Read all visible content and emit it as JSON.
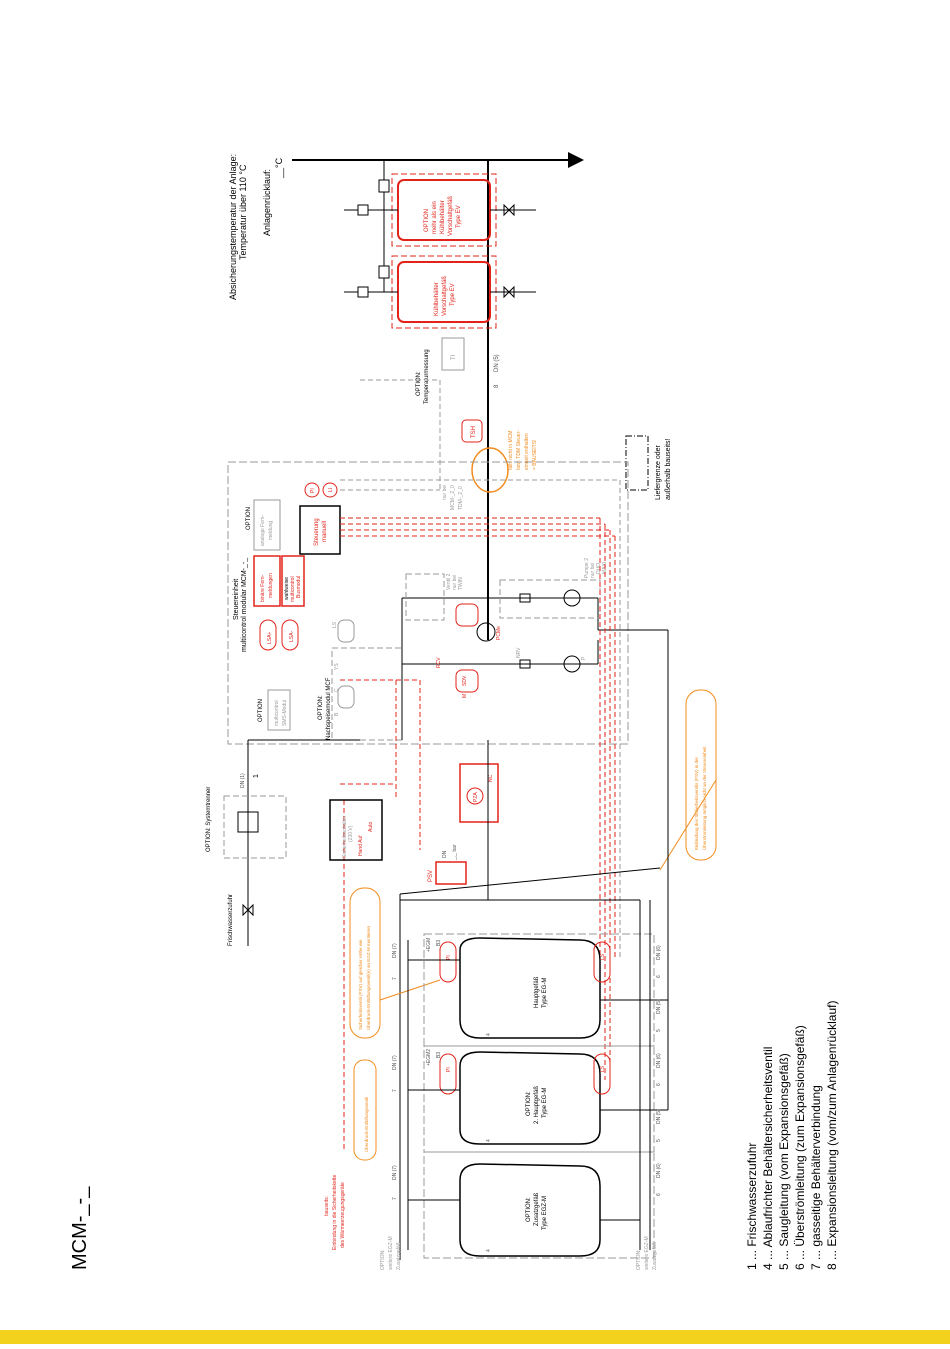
{
  "document_code": "MCM-_-_",
  "legend": [
    "1 ... Frischwasserzufuhr",
    "4 ... Ablaufrichter Behältersicherheitsventil",
    "5 ... Saugleitung (vom Expansionsgefäß)",
    "6 ... Überströmleitung (zum Expansionsgefäß)",
    "7 ... gasseitige Behälterverbindung",
    "8 ... Expansionsleitung (vom/zum Anlagenrücklauf)"
  ],
  "header": {
    "safety_temp_line1": "Absicherungstemperatur der Anlage:",
    "safety_temp_line2": "Temperatur über 110 °C",
    "return_label": "Anlagenrücklauf:",
    "return_value": "__°C"
  },
  "supply": {
    "fresh_water": "Frischwasserzufuhr",
    "separator_title": "OPTION: Systemtrenner",
    "dn": "DN (1)",
    "num": "1"
  },
  "control": {
    "unit_title": "Steuereinheit",
    "unit_sub": "multicontrol modular MCM-_-_",
    "option_remote": "OPTION",
    "remote1": "analoge Fern-",
    "remote2": "meldung",
    "remote_red1": "binäre Fern-",
    "remote_red2": "meldungen",
    "bus1": "wahlweise",
    "bus2": "multicontrol",
    "bus3": "Busmodul",
    "control_box1": "Steuerung",
    "control_box2": "manuell",
    "lsa1": "LSA+",
    "lsa2": "LSA-",
    "pi": "PI",
    "li": "LI",
    "option_sms": "OPTION",
    "sms1": "multicontrol",
    "sms2": "SMS-Modul",
    "ls": "LS",
    "refill_title": "OPTION:",
    "refill_sub": "Nachspeisemodul MCF",
    "b1": "B",
    "c1": "C",
    "ys": "YS"
  },
  "pump_block": {
    "valve2_1": "Ventil 2",
    "valve2_2": "nur bei",
    "valve2_3": "TWIN",
    "pump2_1": "Pumpe 2",
    "pump2_2": "nur bei",
    "pump2_3": "DUO",
    "pump2_4": "MAXI",
    "rcv": "RCV",
    "sdv": "SDV",
    "nrv": "NRV",
    "p": "P",
    "pcme": "PCMe",
    "m": "M",
    "nur_bei_1": "nur bei",
    "nur_bei_2": "MCM-_2_0",
    "nur_bei_3": "TDM-_2_0"
  },
  "temp_option": {
    "title1": "OPTION:",
    "title2": "Temperaturmessung",
    "ti": "TI",
    "tsh": "TSH",
    "dn": "DN (5)",
    "num": "8"
  },
  "vessels_cool": [
    {
      "l1": "Kühlbehälter",
      "l2": "Vorschaltgefäß",
      "l3": "Type EV"
    },
    {
      "l1": "OPTION",
      "l2": "mehr als ein",
      "l3": "Kühlbehälter",
      "l4": "Vorschaltgefäß",
      "l5": "Type EV"
    }
  ],
  "notes": {
    "orange_note_right1": "falls nicht in MCM",
    "orange_note_right2": "bzw. TDM Steuer-",
    "orange_note_right3": "einheit enthalten",
    "orange_note_right4": "= BAUSEITS!",
    "orange_psv1": "Einbindung des Sicherheitsventils (PSV) in der",
    "orange_psv2": "Überstromleitung möglich nicht an der Steuereinheit",
    "orange_left1": "Sicherheitsventil (PSV) auf gleicher Höhe wie",
    "orange_left2": "Überdruck-Entlüftungsventil(e) an EGZ-M montieren",
    "orange_relief": "Überdruck-Entlüftungsventil",
    "bauseits1": "bauseits:",
    "bauseits2": "Einbindung in die Sicherheitskette",
    "bauseits3": "des Wärmeerzeugungsgeräte",
    "limit1": "Liefergrenze oder",
    "limit2": "außerhalb bauseits!"
  },
  "safety": {
    "psv": "PSV",
    "dn": "DN",
    "bar": "_,_ bar",
    "pza": "PZA",
    "nc": "NC",
    "switch1": "Sicherheitsschalter",
    "switch2": "(230 V)",
    "hand": "Hand Auf",
    "auto": "Auto"
  },
  "tanks": [
    {
      "l1": "Hauptgefäß",
      "l2": "Type EG-M",
      "tag": "+EGM",
      "pi": "PI",
      "ls": "LS",
      "b": "B3"
    },
    {
      "l1": "OPTION:",
      "l2": "2. Hauptgefäß",
      "l3": "Type EG-M",
      "tag": "+EGM2",
      "pi": "PI",
      "ls": "LS",
      "b": "B3"
    },
    {
      "l1": "OPTION:",
      "l2": "Zusatzgefäß",
      "l3": "Type EGZ-M"
    }
  ],
  "dn_labels": {
    "dn7": "DN (7)",
    "dn5": "DN (5)",
    "dn6": "DN (6)",
    "n7": "7",
    "n5": "5",
    "n6": "6",
    "n4": "4"
  },
  "side_labels": {
    "left1": "OPTION:",
    "left2": "weitere EGZ-M",
    "left3": "Zusatzgefäß",
    "right1": "OPTION:",
    "right2": "weitere EGZ-M",
    "right3": "Zusatzgefäß"
  },
  "colors": {
    "line": "#000000",
    "red": "#e2231a",
    "orange": "#f28c1e",
    "grey": "#9a9a9a",
    "footer": "#f2d21c"
  }
}
